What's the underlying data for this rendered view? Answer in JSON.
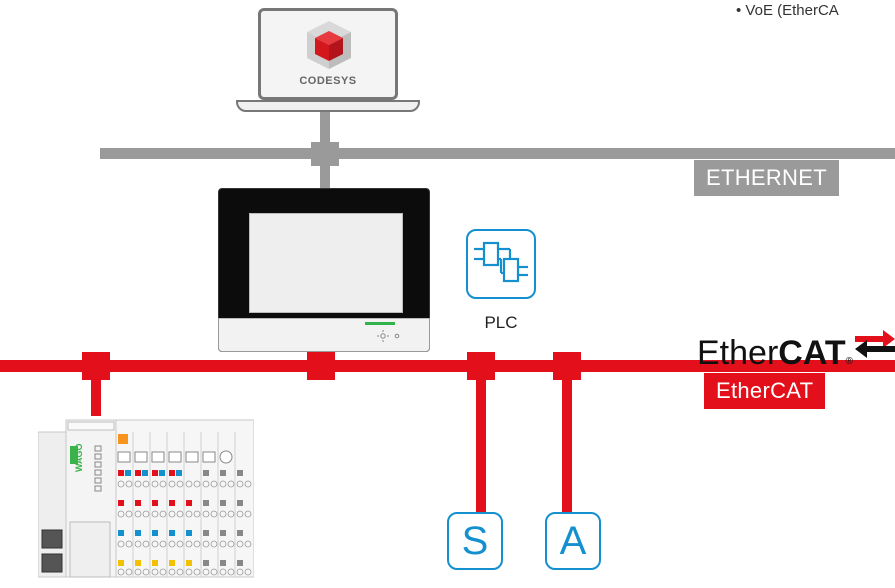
{
  "bullet_note": "• VoE (EtherCA",
  "laptop": {
    "software_name": "CODESYS",
    "icon": "codesys-cube-icon"
  },
  "networks": {
    "ethernet": {
      "label": "ETHERNET",
      "color": "#9a9a9a"
    },
    "ethercat": {
      "label": "EtherCAT",
      "color": "#e3101b"
    }
  },
  "plc": {
    "label": "PLC",
    "icon": "plc-block-icon",
    "color": "#1590cf"
  },
  "io_nodes": [
    {
      "letter": "S"
    },
    {
      "letter": "A"
    }
  ],
  "ethercat_logo": {
    "text_plain": "Ether",
    "text_bold": "CAT",
    "trademark": "®"
  },
  "colors": {
    "ethernet_gray": "#9a9a9a",
    "ethercat_red": "#e3101b",
    "accent_blue": "#1590cf"
  }
}
